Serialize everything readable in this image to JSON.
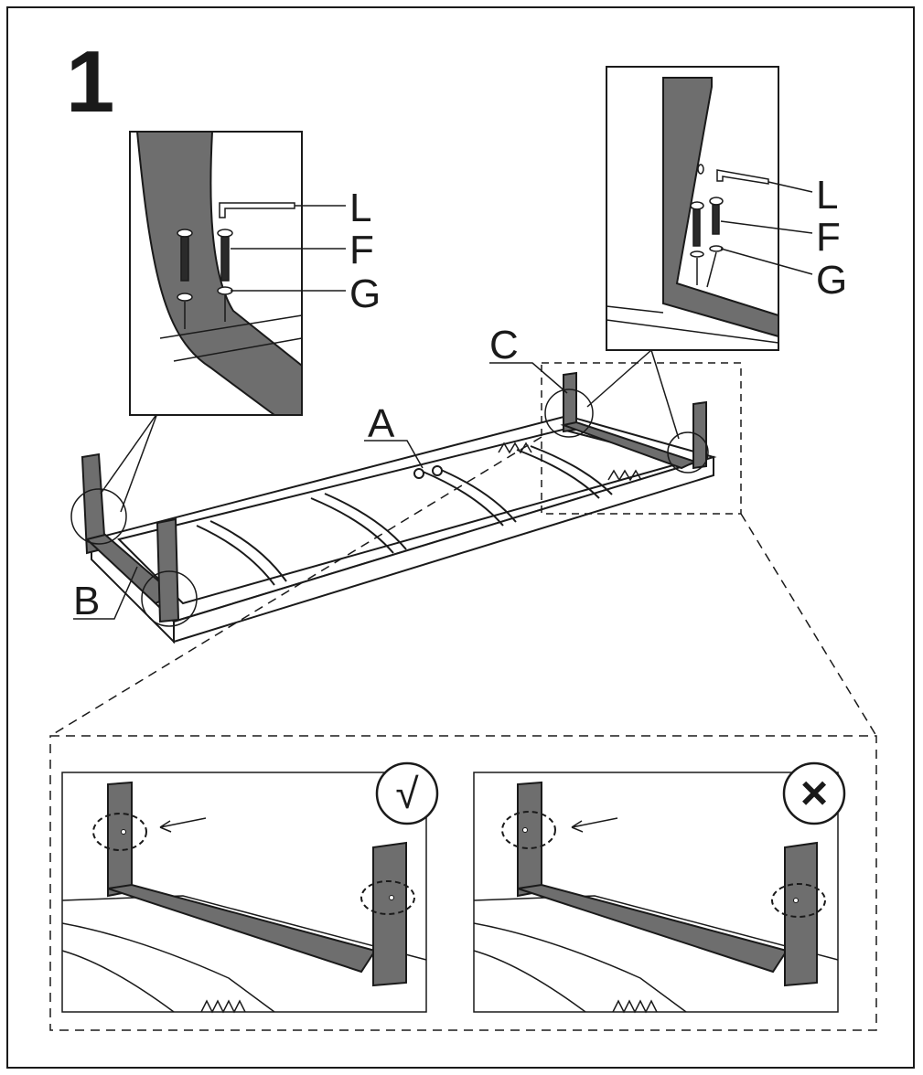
{
  "step": {
    "number": "1"
  },
  "parts": {
    "leg_unit_b": "B",
    "leg_unit_c": "C",
    "frame_a": "A",
    "allen_key": "L",
    "bolt": "F",
    "washer": "G"
  },
  "orientation_check": {
    "correct_symbol": "√",
    "wrong_symbol": "×"
  },
  "colors": {
    "line": "#1a1a1a",
    "leg_fill": "#6e6e6e",
    "leg_fill_light": "#8c8c8c",
    "paper": "#ffffff"
  }
}
